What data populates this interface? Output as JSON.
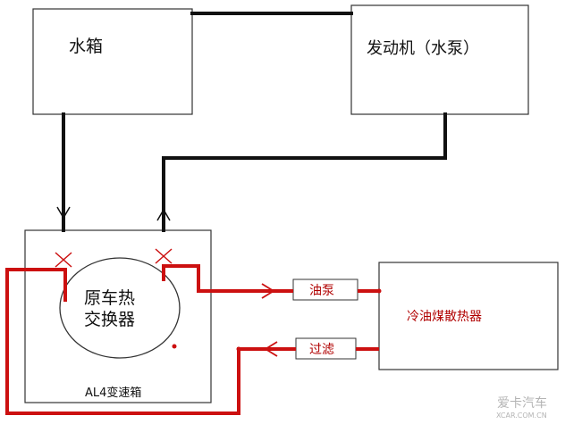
{
  "labels": {
    "water_tank": "水箱",
    "engine": "发动机（水泵）",
    "heat_exchanger_line1": "原车热",
    "heat_exchanger_line2": "交换器",
    "gearbox": "AL4变速箱",
    "oil_pump": "油泵",
    "oil_cooler": "冷油煤散热器",
    "filter": "过滤",
    "watermark_cn": "爱卡汽车",
    "watermark_en": "XCAR.COM.CN"
  },
  "colors": {
    "coolant_line": "#111111",
    "oil_line": "#cc1010",
    "box_border": "#333333",
    "oil_text": "#b00000"
  }
}
